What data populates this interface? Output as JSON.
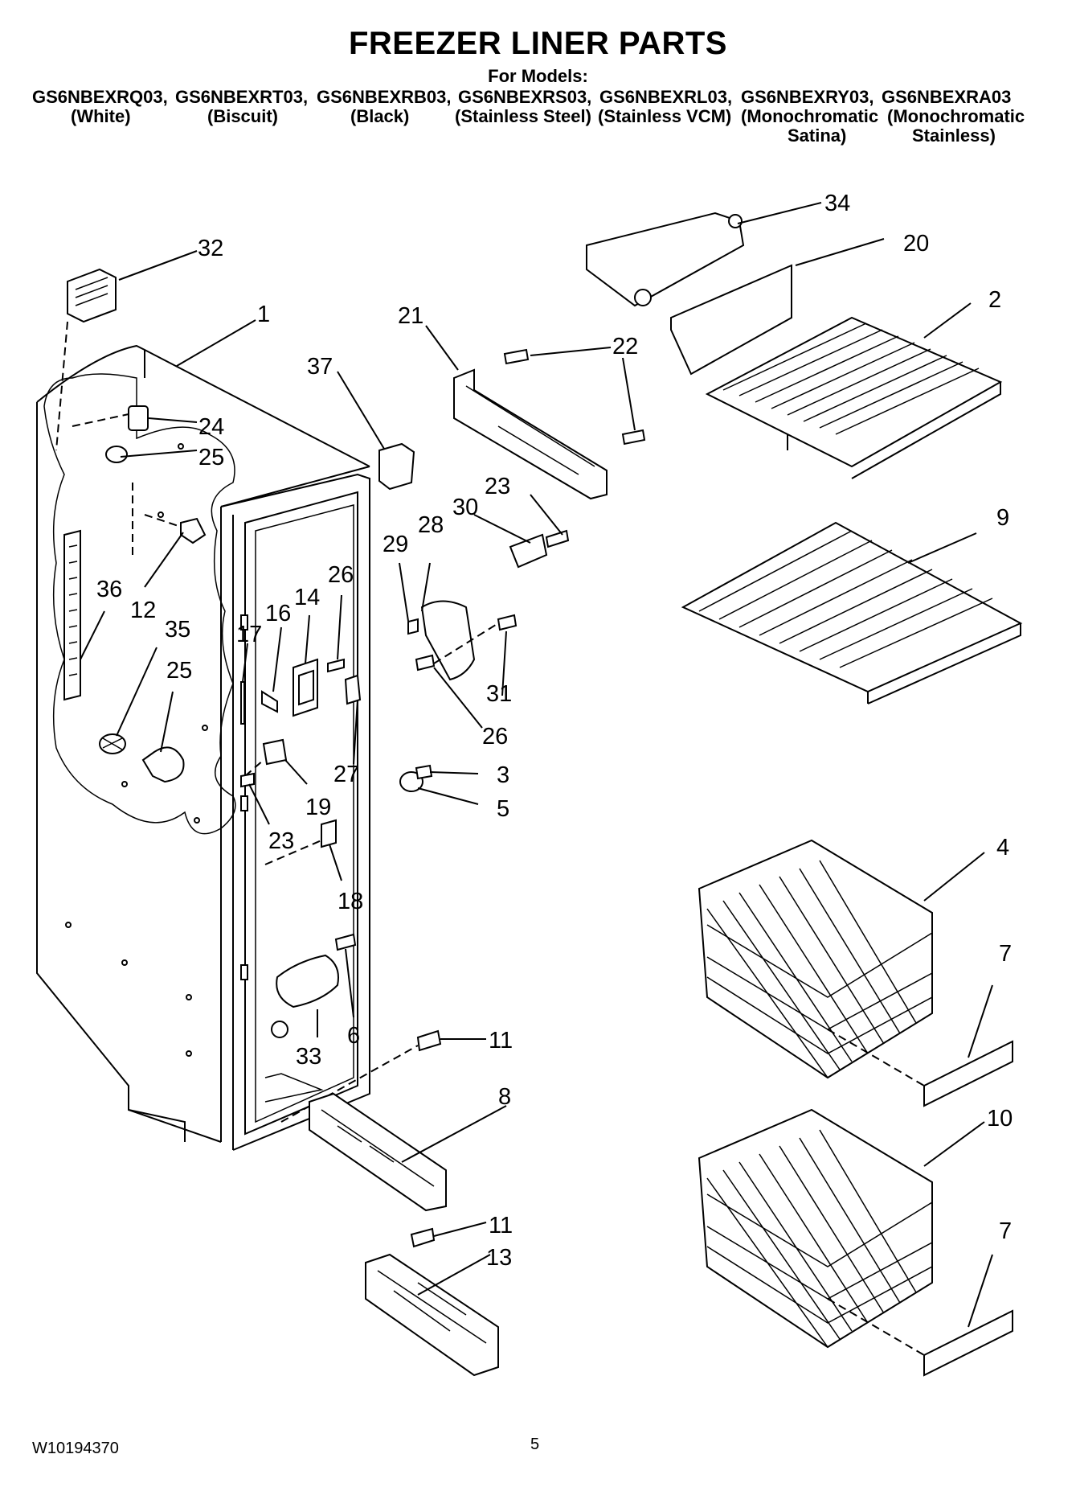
{
  "header": {
    "title": "FREEZER LINER PARTS",
    "for_models": "For Models:",
    "models": [
      {
        "code": "GS6NBEXRQ03,",
        "color": "(White)",
        "color2": ""
      },
      {
        "code": "GS6NBEXRT03,",
        "color": "(Biscuit)",
        "color2": ""
      },
      {
        "code": "GS6NBEXRB03,",
        "color": "(Black)",
        "color2": ""
      },
      {
        "code": "GS6NBEXRS03,",
        "color": "(Stainless Steel)",
        "color2": ""
      },
      {
        "code": "GS6NBEXRL03,",
        "color": "(Stainless VCM)",
        "color2": ""
      },
      {
        "code": "GS6NBEXRY03,",
        "color": "(Monochromatic",
        "color2": "Satina)"
      },
      {
        "code": "GS6NBEXRA03",
        "color": "(Monochromatic",
        "color2": "Stainless)"
      }
    ]
  },
  "callouts": {
    "c1": "1",
    "c2": "2",
    "c3": "3",
    "c4": "4",
    "c5": "5",
    "c6": "6",
    "c7a": "7",
    "c7b": "7",
    "c8": "8",
    "c9": "9",
    "c10": "10",
    "c11a": "11",
    "c11b": "11",
    "c12": "12",
    "c13": "13",
    "c14": "14",
    "c16": "16",
    "c17": "17",
    "c18": "18",
    "c19": "19",
    "c20": "20",
    "c21": "21",
    "c22": "22",
    "c23a": "23",
    "c23b": "23",
    "c24": "24",
    "c25a": "25",
    "c25b": "25",
    "c26a": "26",
    "c26b": "26",
    "c27": "27",
    "c28": "28",
    "c29": "29",
    "c30": "30",
    "c31": "31",
    "c32": "32",
    "c33": "33",
    "c34": "34",
    "c35": "35",
    "c36": "36",
    "c37": "37"
  },
  "footer": {
    "doc_number": "W10194370",
    "page_number": "5"
  }
}
